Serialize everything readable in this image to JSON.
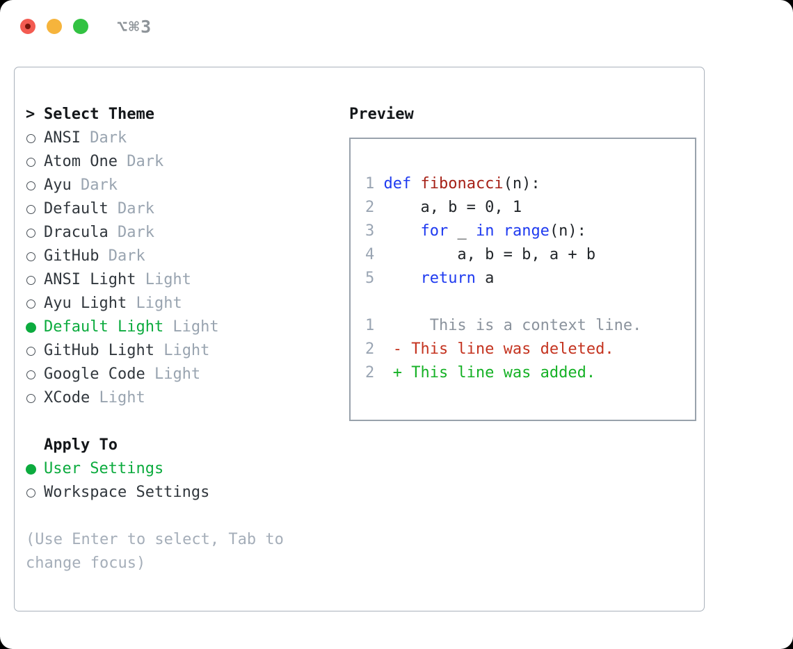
{
  "window": {
    "title": "⌥⌘3",
    "buttons": [
      {
        "name": "close",
        "color": "#f35b51",
        "has_inner_dot": true
      },
      {
        "name": "minimize",
        "color": "#f6b43c",
        "has_inner_dot": false
      },
      {
        "name": "zoom",
        "color": "#32c242",
        "has_inner_dot": false
      }
    ]
  },
  "colors": {
    "accent_green": "#0cab3e",
    "keyword_blue": "#1e3af0",
    "function_red": "#a62117",
    "context_gray": "#8b939d",
    "deleted_red": "#c4331f",
    "added_green": "#15b125"
  },
  "select_theme": {
    "prompt": ">",
    "title": "Select Theme",
    "items": [
      {
        "name": "ANSI",
        "tag": "Dark",
        "selected": false
      },
      {
        "name": "Atom One",
        "tag": "Dark",
        "selected": false
      },
      {
        "name": "Ayu",
        "tag": "Dark",
        "selected": false
      },
      {
        "name": "Default",
        "tag": "Dark",
        "selected": false
      },
      {
        "name": "Dracula",
        "tag": "Dark",
        "selected": false
      },
      {
        "name": "GitHub",
        "tag": "Dark",
        "selected": false
      },
      {
        "name": "ANSI Light",
        "tag": "Light",
        "selected": false
      },
      {
        "name": "Ayu Light",
        "tag": "Light",
        "selected": false
      },
      {
        "name": "Default Light",
        "tag": "Light",
        "selected": true
      },
      {
        "name": "GitHub Light",
        "tag": "Light",
        "selected": false
      },
      {
        "name": "Google Code",
        "tag": "Light",
        "selected": false
      },
      {
        "name": "XCode",
        "tag": "Light",
        "selected": false
      }
    ]
  },
  "apply_to": {
    "title": "Apply To",
    "items": [
      {
        "name": "User Settings",
        "selected": true
      },
      {
        "name": "Workspace Settings",
        "selected": false
      }
    ]
  },
  "help_text": "(Use Enter to select, Tab to change focus)",
  "preview": {
    "title": "Preview",
    "code_lines": [
      {
        "num": "1",
        "tokens": [
          {
            "t": "def",
            "c": "kw"
          },
          {
            "t": " ",
            "c": "pl"
          },
          {
            "t": "fibonacci",
            "c": "fn"
          },
          {
            "t": "(n):",
            "c": "pl"
          }
        ]
      },
      {
        "num": "2",
        "tokens": [
          {
            "t": "    a, b = 0, 1",
            "c": "pl"
          }
        ]
      },
      {
        "num": "3",
        "tokens": [
          {
            "t": "    ",
            "c": "pl"
          },
          {
            "t": "for",
            "c": "kw"
          },
          {
            "t": " _ ",
            "c": "pl"
          },
          {
            "t": "in",
            "c": "kw"
          },
          {
            "t": " ",
            "c": "pl"
          },
          {
            "t": "range",
            "c": "kw"
          },
          {
            "t": "(n):",
            "c": "pl"
          }
        ]
      },
      {
        "num": "4",
        "tokens": [
          {
            "t": "        a, b = b, a + b",
            "c": "pl"
          }
        ]
      },
      {
        "num": "5",
        "tokens": [
          {
            "t": "    ",
            "c": "pl"
          },
          {
            "t": "return",
            "c": "kw"
          },
          {
            "t": " a",
            "c": "pl"
          }
        ]
      }
    ],
    "diff_lines": [
      {
        "num": "1",
        "tokens": [
          {
            "t": "    This is a context line.",
            "c": "ctx"
          }
        ]
      },
      {
        "num": "2",
        "tokens": [
          {
            "t": "- This line was deleted.",
            "c": "del"
          }
        ]
      },
      {
        "num": "2",
        "tokens": [
          {
            "t": "+ This line was added.",
            "c": "add"
          }
        ]
      }
    ]
  }
}
